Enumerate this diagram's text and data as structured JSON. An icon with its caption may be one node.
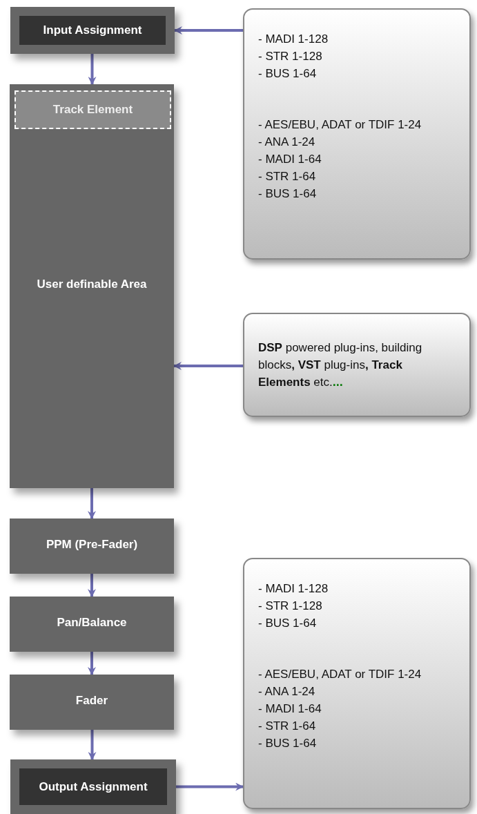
{
  "diagram": {
    "nodes": [
      {
        "text": [
          "Input Assignment"
        ]
      },
      {
        "text": [
          "User definable Area"
        ]
      },
      {
        "text": [
          "Track Element"
        ],
        "in": 1
      },
      {
        "text": [
          "PPM (Pre-Fader)"
        ]
      },
      {
        "text": [
          "Pan/Balance"
        ]
      },
      {
        "text": [
          "Fader"
        ]
      },
      {
        "text": [
          "Output Assignment"
        ]
      },
      {
        "text": [
          "- MADI 1-128",
          "- STR 1-128",
          "- BUS 1-64",
          "- AES/EBU, ADAT or TDIF 1-24",
          "- ANA 1-24",
          "- MADI 1-64",
          "- STR 1-64",
          "- BUS 1-64"
        ]
      },
      {
        "text": [
          "**DSP** powered plug-ins, building blocks**, VST** plug-ins**, Track Elements** etc.",
          "..."
        ]
      },
      {
        "text": [
          "- MADI 1-128",
          "- STR 1-128",
          "- BUS 1-64",
          "- AES/EBU, ADAT or TDIF 1-24",
          "- ANA 1-24",
          "- MADI 1-64",
          "- STR 1-64",
          "- BUS 1-64"
        ]
      }
    ],
    "edges": [
      {
        "from": 7,
        "to": 0,
        "arrow": "to"
      },
      {
        "from": 0,
        "to": 1,
        "arrow": "to"
      },
      {
        "from": 8,
        "to": 1,
        "arrow": "to"
      },
      {
        "from": 1,
        "to": 3,
        "arrow": "to"
      },
      {
        "from": 3,
        "to": 4,
        "arrow": "to"
      },
      {
        "from": 4,
        "to": 5,
        "arrow": "to"
      },
      {
        "from": 5,
        "to": 6,
        "arrow": "to"
      },
      {
        "from": 6,
        "to": 9,
        "arrow": "to"
      }
    ]
  }
}
